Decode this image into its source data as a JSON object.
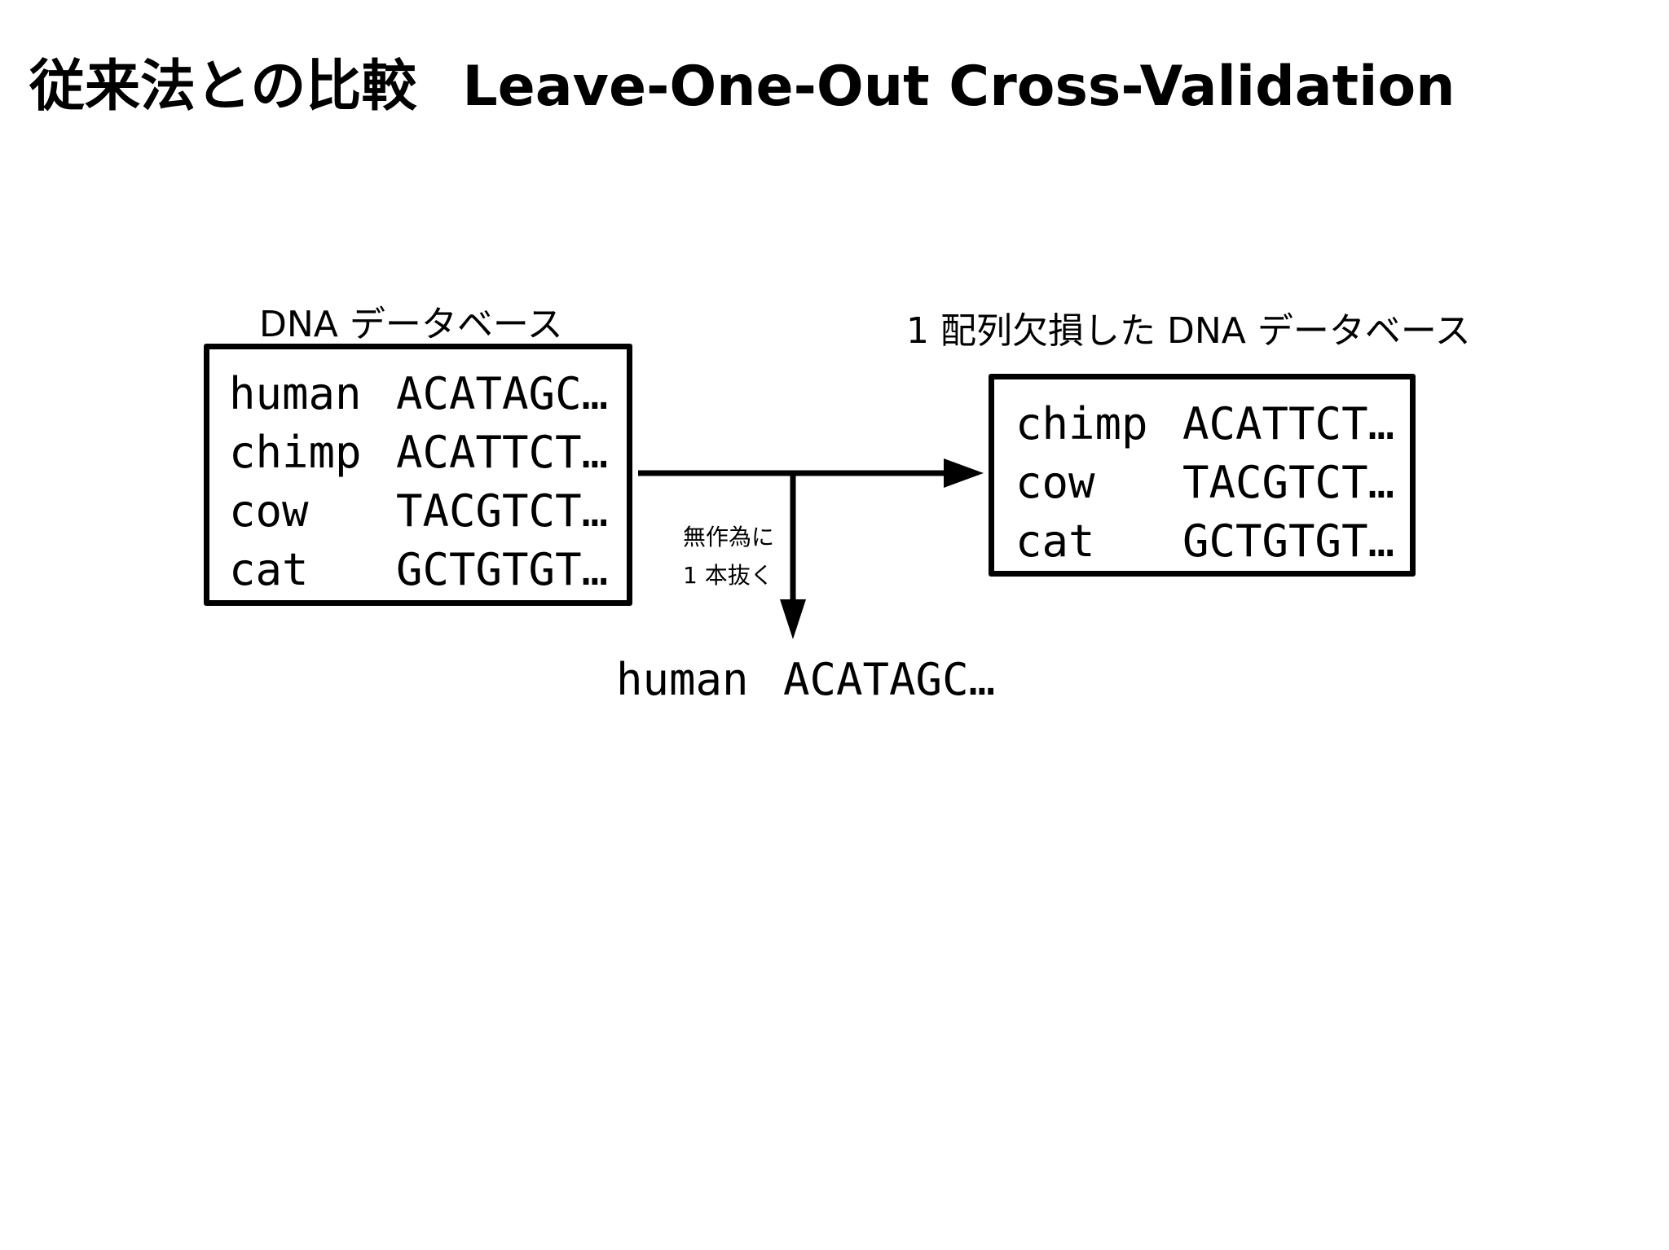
{
  "title": {
    "japanese": "従来法との比較",
    "english": "Leave-One-Out Cross-Validation"
  },
  "source_db": {
    "caption": "DNA データベース",
    "rows": [
      {
        "name": "human",
        "seq": "ACATAGC…"
      },
      {
        "name": "chimp",
        "seq": "ACATTCT…"
      },
      {
        "name": "cow",
        "seq": "TACGTCT…"
      },
      {
        "name": "cat",
        "seq": "GCTGTGT…"
      }
    ]
  },
  "reduced_db": {
    "caption": "1 配列欠損した DNA データベース",
    "rows": [
      {
        "name": "chimp",
        "seq": "ACATTCT…"
      },
      {
        "name": "cow",
        "seq": "TACGTCT…"
      },
      {
        "name": "cat",
        "seq": "GCTGTGT…"
      }
    ]
  },
  "branch_label": {
    "line1": "無作為に",
    "line2": "1 本抜く"
  },
  "removed_sequence": {
    "name": "human",
    "seq": "ACATAGC…"
  }
}
